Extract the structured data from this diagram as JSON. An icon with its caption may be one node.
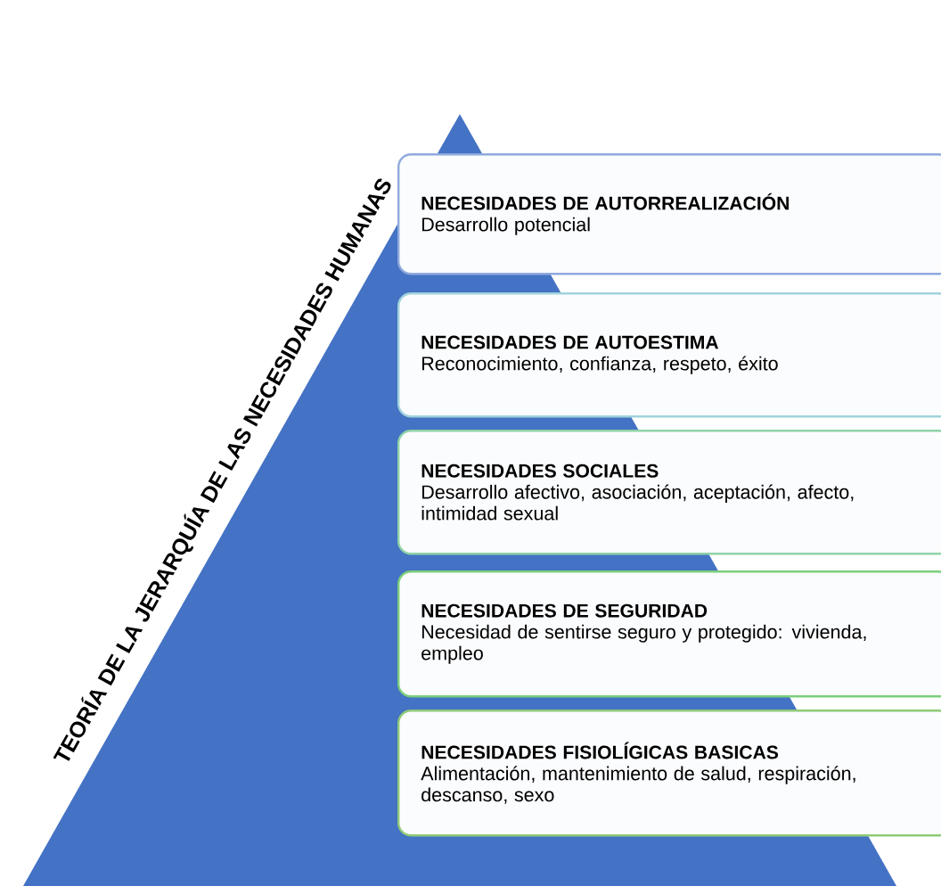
{
  "diagram": {
    "title": "TEORÍA DE LA JERARQUÍA DE LAS NECESIDADES HUMANAS",
    "nodes": [
      {
        "text": [
          "NECESIDADES DE AUTORREALIZACIÓN",
          "Desarrollo potencial"
        ]
      },
      {
        "text": [
          "NECESIDADES DE AUTOESTIMA",
          "Reconocimiento, confianza, respeto, éxito"
        ]
      },
      {
        "text": [
          "NECESIDADES SOCIALES",
          "Desarrollo afectivo, asociación, aceptación, afecto, intimidad sexual"
        ]
      },
      {
        "text": [
          "NECESIDADES DE SEGURIDAD",
          "Necesidad de sentirse seguro y protegido: vivienda, empleo"
        ]
      },
      {
        "text": [
          "NECESIDADES FISIOLÍGICAS BASICAS",
          "Alimentación, mantenimiento de salud, respiración, descanso, sexo"
        ]
      }
    ]
  }
}
